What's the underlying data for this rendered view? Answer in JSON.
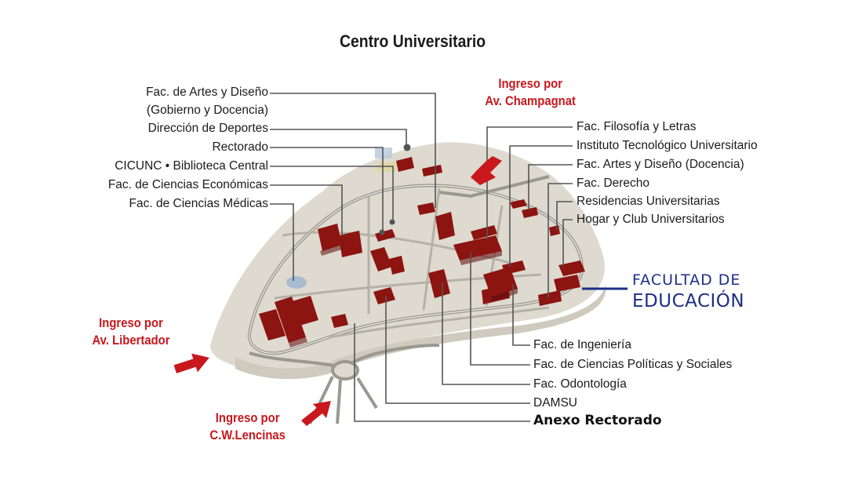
{
  "title": "Centro Universitario",
  "left_labels": [
    "Fac. de Artes y Diseño",
    "(Gobierno y Docencia)",
    "Dirección de Deportes",
    "Rectorado",
    "CICUNC • Biblioteca Central",
    "Fac. de Ciencias Económicas",
    "Fac. de Ciencias Médicas"
  ],
  "right_labels": [
    "Fac. Filosofía y Letras",
    "Instituto Tecnológico Universitario",
    "Fac. Artes y Diseño (Docencia)",
    "Fac. Derecho",
    "Residencias Universitarias",
    "Hogar y Club Universitarios"
  ],
  "bottom_labels": [
    "Fac. de Ingeniería",
    "Fac. de Ciencias Políticas y Sociales",
    "Fac. Odontología",
    "DAMSU"
  ],
  "anexo": "Anexo Rectorado",
  "entrances": {
    "champagnat": [
      "Ingreso por",
      "Av. Champagnat"
    ],
    "libertador": [
      "Ingreso por",
      "Av. Libertador"
    ],
    "lencinas": [
      "Ingreso por",
      "C.W.Lencinas"
    ]
  },
  "facultad_educacion": [
    "FACULTAD DE",
    "EDUCACIÓN"
  ],
  "colors": {
    "building": "#8c1411",
    "entrance": "#c8181e",
    "educacion": "#1c2f86",
    "ground": "#dedad0",
    "road": "#9b9890"
  },
  "icons": {
    "entrance_arrow": "red-arrow-icon"
  }
}
